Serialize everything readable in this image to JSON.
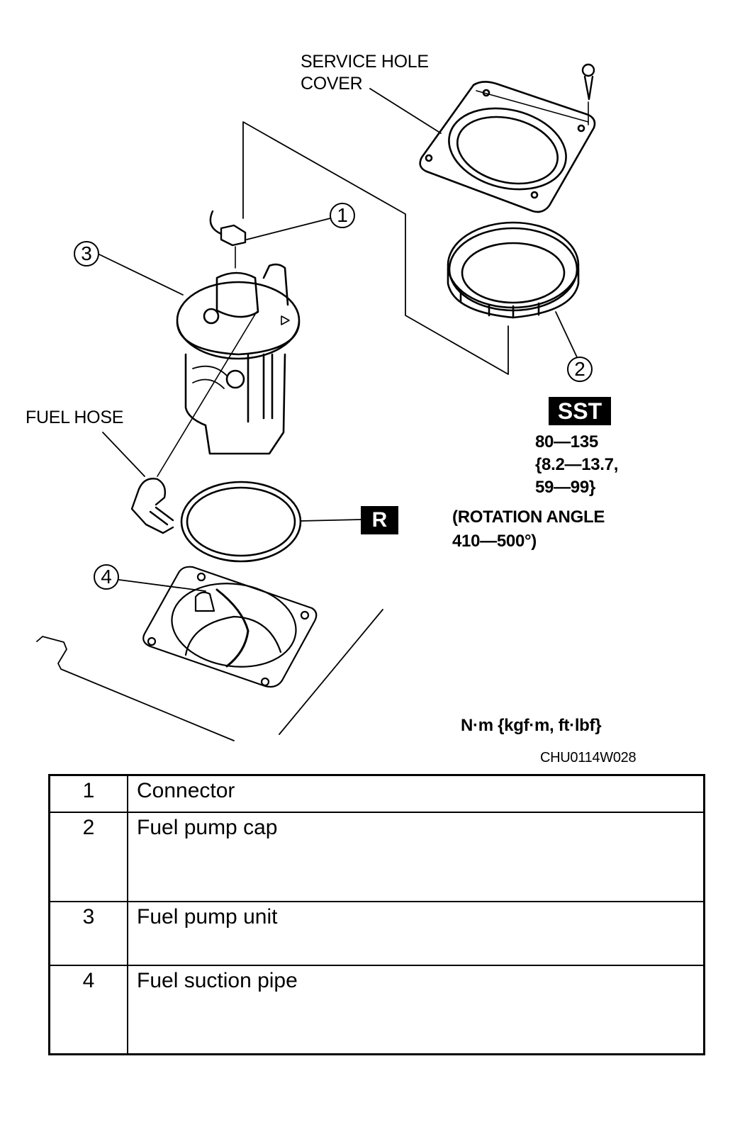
{
  "figure": {
    "labels": {
      "service_hole_cover": [
        "SERVICE HOLE",
        "COVER"
      ],
      "fuel_hose": "FUEL HOSE"
    },
    "callouts": [
      "1",
      "2",
      "3",
      "4"
    ],
    "badges": {
      "sst": "SST",
      "replace": "R"
    },
    "torque_spec": {
      "line1": "80—135",
      "line2": "{8.2—13.7,",
      "line3": "59—99}",
      "line4": "(ROTATION ANGLE",
      "line5": "410—500°)"
    },
    "units": "N·m {kgf·m, ft·lbf}",
    "figure_id": "CHU0114W028"
  },
  "legend": {
    "rows": [
      {
        "num": "1",
        "desc": "Connector"
      },
      {
        "num": "2",
        "desc": "Fuel pump cap"
      },
      {
        "num": "3",
        "desc": "Fuel pump unit"
      },
      {
        "num": "4",
        "desc": "Fuel suction pipe"
      }
    ]
  }
}
